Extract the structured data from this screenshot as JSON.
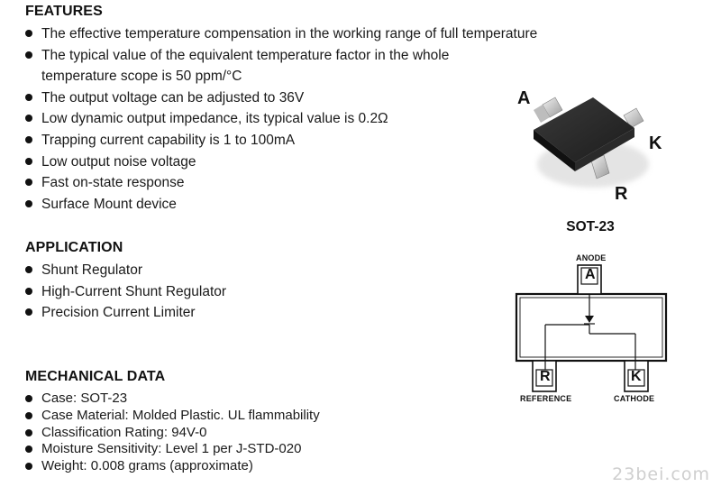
{
  "features": {
    "heading": "FEATURES",
    "items": [
      "The effective temperature compensation in the working range of full temperature",
      "The typical value of the equivalent temperature factor in the whole",
      "The output voltage can be adjusted to 36V",
      "Low dynamic output impedance, its typical value is 0.2Ω",
      "Trapping current capability is 1 to 100mA",
      "Low output noise voltage",
      "Fast on-state response",
      "Surface Mount device"
    ],
    "item2_continuation": "temperature scope is 50 ppm/°C"
  },
  "application": {
    "heading": "APPLICATION",
    "items": [
      "Shunt Regulator",
      "High-Current Shunt Regulator",
      "Precision Current Limiter"
    ]
  },
  "mechanical": {
    "heading": "MECHANICAL DATA",
    "items": [
      "Case: SOT-23",
      "Case Material: Molded Plastic. UL flammability",
      "Classification Rating: 94V-0",
      "Moisture Sensitivity: Level 1 per J-STD-020",
      "Weight: 0.008 grams (approximate)"
    ]
  },
  "package": {
    "title": "SOT-23",
    "pin_a": "A",
    "pin_k": "K",
    "pin_r": "R"
  },
  "schematic": {
    "anode_label": "ANODE",
    "anode_pin": "A",
    "reference_label": "REFERENCE",
    "reference_pin": "R",
    "cathode_label": "CATHODE",
    "cathode_pin": "K"
  },
  "watermark": "23bei.com"
}
